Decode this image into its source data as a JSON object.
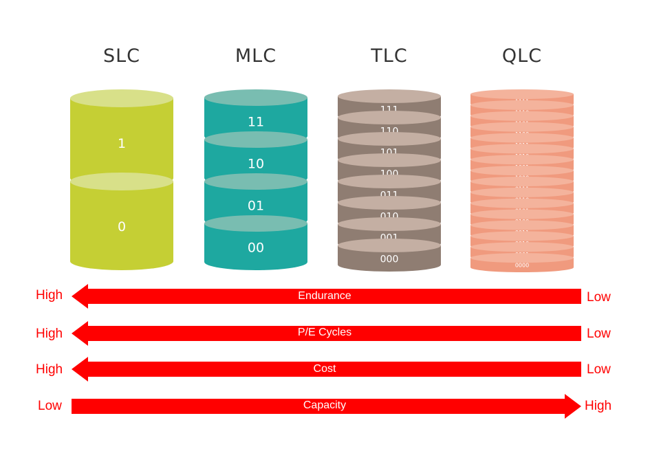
{
  "columns": [
    {
      "title": "SLC",
      "cells": [
        "1",
        "0"
      ],
      "side": "#c5cf34",
      "top": "#d8e089",
      "text": "#ffffff"
    },
    {
      "title": "MLC",
      "cells": [
        "11",
        "10",
        "01",
        "00"
      ],
      "side": "#1ea8a0",
      "top": "#79bdb1",
      "text": "#ffffff"
    },
    {
      "title": "TLC",
      "cells": [
        "111",
        "110",
        "101",
        "100",
        "011",
        "010",
        "001",
        "000"
      ],
      "side": "#8f7d72",
      "top": "#c4afa3",
      "text": "#ffffff"
    },
    {
      "title": "QLC",
      "cells": [
        "1111",
        "1110",
        "1101",
        "1100",
        "1011",
        "1010",
        "1001",
        "1000",
        "0111",
        "0110",
        "0101",
        "0100",
        "0011",
        "0010",
        "0001",
        "0000"
      ],
      "side": "#f09a7e",
      "top": "#f4b39c",
      "text": "#ffffff"
    }
  ],
  "arrows": [
    {
      "label": "Endurance",
      "left": "High",
      "right": "Low",
      "direction": "left"
    },
    {
      "label": "P/E Cycles",
      "left": "High",
      "right": "Low",
      "direction": "left"
    },
    {
      "label": "Cost",
      "left": "High",
      "right": "Low",
      "direction": "left"
    },
    {
      "label": "Capacity",
      "left": "Low",
      "right": "High",
      "direction": "right"
    }
  ],
  "colors": {
    "arrow": "#ff0000",
    "side_text": "#ff0000",
    "title_text": "#333333"
  }
}
